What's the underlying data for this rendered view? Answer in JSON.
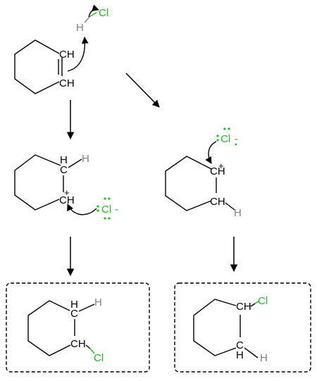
{
  "labels": {
    "ch": "CH",
    "c": "C",
    "h": "H",
    "cl": "Cl",
    "plus": "+"
  },
  "colors": {
    "bond": "#000000",
    "hydrogen": "#808080",
    "chlorine": "#22b922"
  }
}
